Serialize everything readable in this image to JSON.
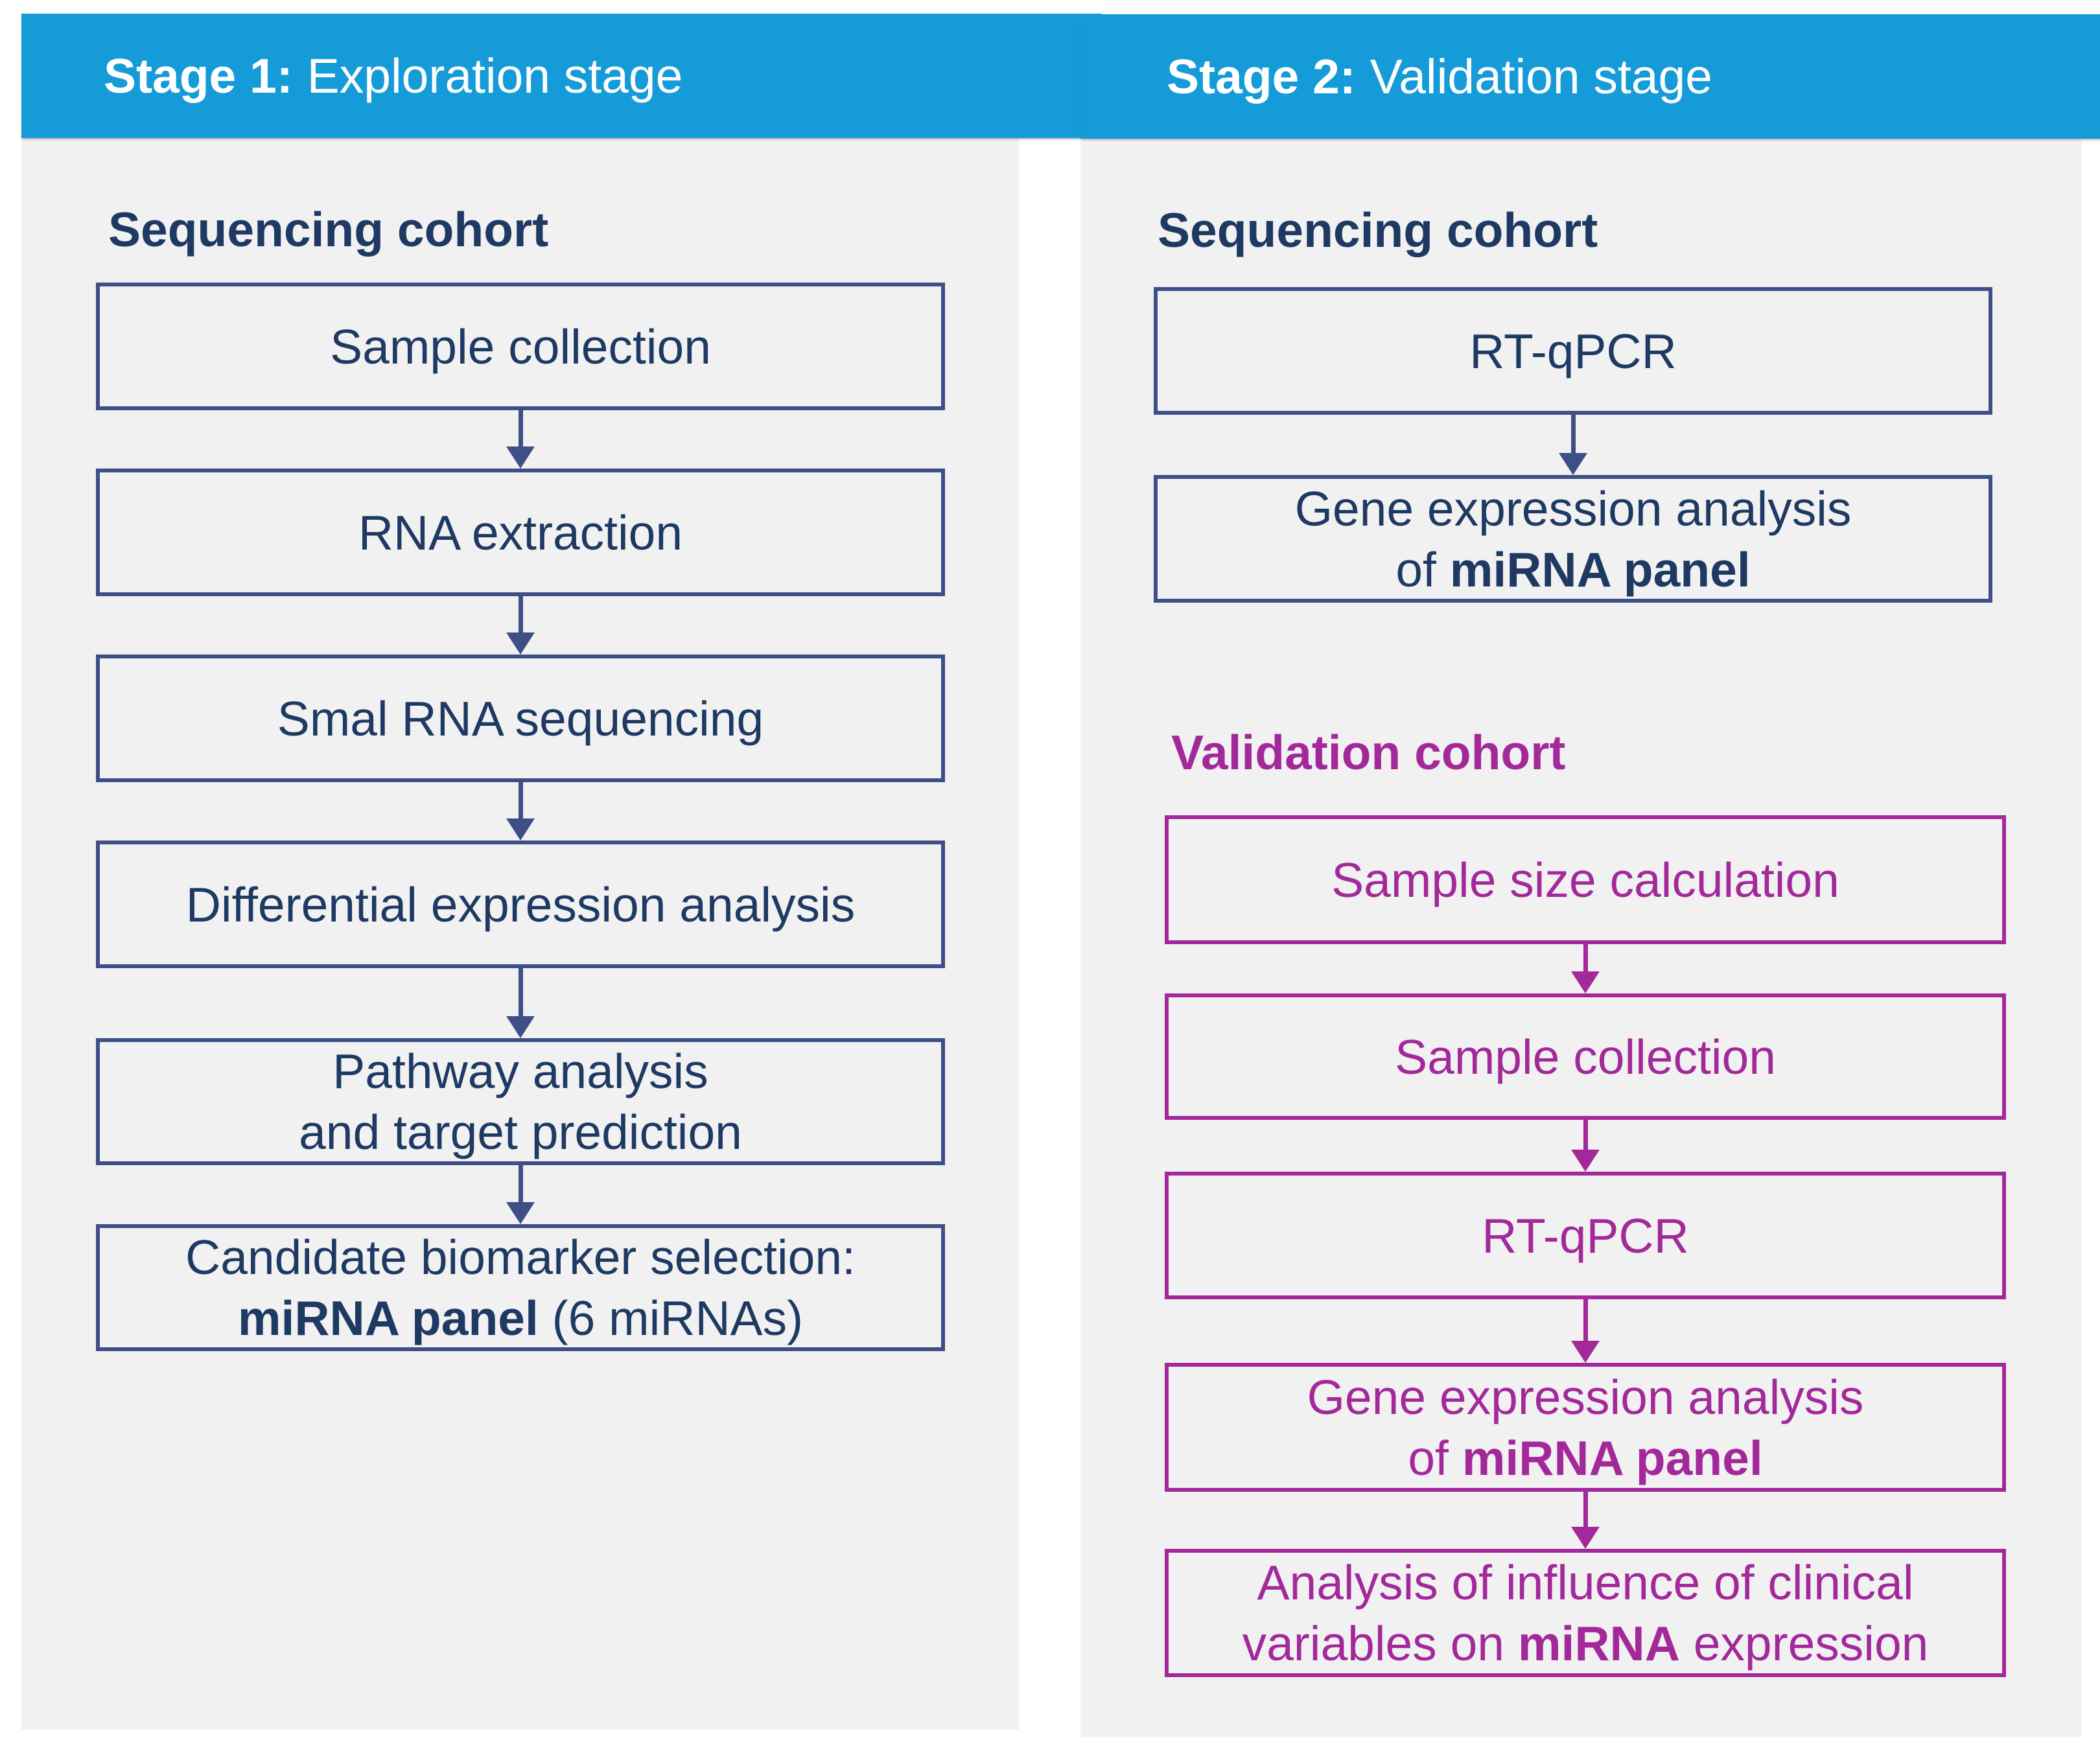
{
  "colors": {
    "band_blue": "#159CD8",
    "navy_text": "#1E3A63",
    "navy_border": "#3E4E87",
    "magenta": "#A3299B",
    "panel_bg": "#F1F1F2",
    "page_bg": "#FFFFFF",
    "band_text": "#FFFFFF"
  },
  "stage1": {
    "header_bold": "Stage 1:",
    "header_rest": "Exploration stage",
    "cohort_heading": "Sequencing cohort",
    "boxes": {
      "b1": {
        "line1": "Sample collection"
      },
      "b2": {
        "line1": "RNA extraction"
      },
      "b3": {
        "line1": "Smal RNA sequencing"
      },
      "b4": {
        "line1": "Differential expression analysis"
      },
      "b5": {
        "line1": "Pathway analysis",
        "line2": "and target prediction"
      },
      "b6": {
        "line1": "Candidate biomarker selection:",
        "line2_bold": "miRNA panel",
        "line2_rest": " (6 miRNAs)"
      }
    }
  },
  "stage2": {
    "header_bold": "Stage 2:",
    "header_rest": "Validation stage",
    "sequencing_heading": "Sequencing cohort",
    "validation_heading": "Validation cohort",
    "seq_boxes": {
      "b1": {
        "line1": "RT-qPCR"
      },
      "b2": {
        "line1": "Gene expression analysis",
        "line2_pre": "of ",
        "line2_bold": "miRNA panel"
      }
    },
    "val_boxes": {
      "b1": {
        "line1": "Sample size calculation"
      },
      "b2": {
        "line1": "Sample collection"
      },
      "b3": {
        "line1": "RT-qPCR"
      },
      "b4": {
        "line1": "Gene expression analysis",
        "line2_pre": "of ",
        "line2_bold": "miRNA panel"
      },
      "b5": {
        "line1": "Analysis of influence of clinical",
        "line2_pre": "variables on ",
        "line2_bold": "miRNA",
        "line2_rest": " expression"
      }
    }
  }
}
